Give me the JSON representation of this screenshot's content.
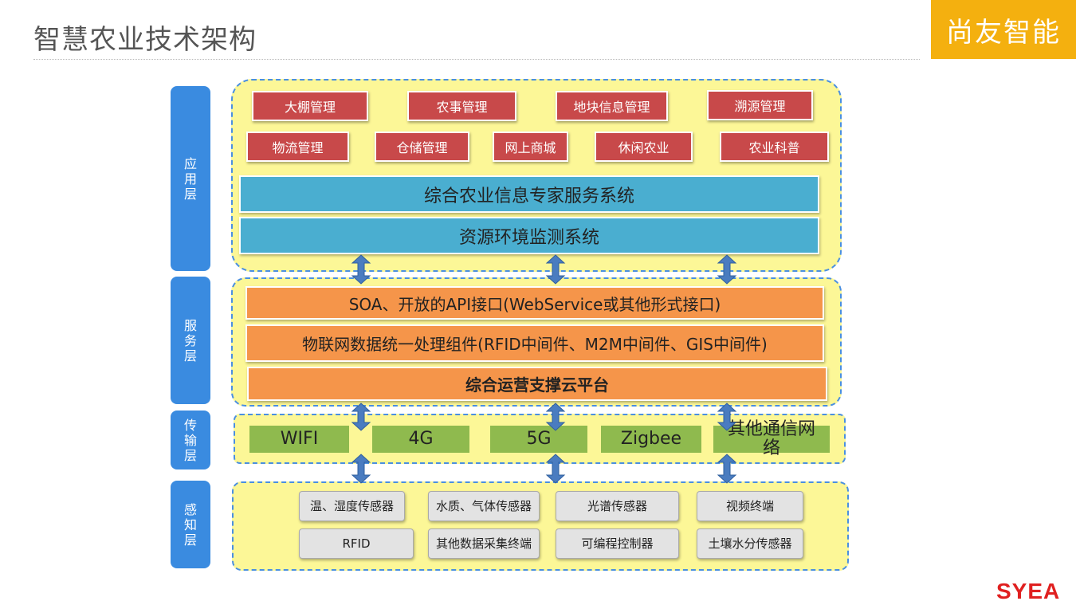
{
  "header": {
    "title": "智慧农业技术架构",
    "brand": "尚友智能"
  },
  "logo_text": "SYEA",
  "layers": {
    "application": {
      "label": "应用层",
      "apps_row1": [
        "大棚管理",
        "农事管理",
        "地块信息管理",
        "溯源管理"
      ],
      "apps_row2": [
        "物流管理",
        "仓储管理",
        "网上商城",
        "休闲农业",
        "农业科普"
      ],
      "systems": [
        "综合农业信息专家服务系统",
        "资源环境监测系统"
      ]
    },
    "service": {
      "label": "服务层",
      "bars": [
        "SOA、开放的API接口(WebService或其他形式接口)",
        "物联网数据统一处理组件(RFID中间件、M2M中间件、GIS中间件)",
        "综合运营支撑云平台"
      ]
    },
    "transport": {
      "label": "传输层",
      "networks": [
        "WIFI",
        "4G",
        "5G",
        "Zigbee",
        "其他通信网络"
      ]
    },
    "perception": {
      "label": "感知层",
      "row1": [
        "温、湿度传感器",
        "水质、气体传感器",
        "光谱传感器",
        "视频终端"
      ],
      "row2": [
        "RFID",
        "其他数据采集终端",
        "可编程控制器",
        "土壤水分传感器"
      ]
    }
  },
  "colors": {
    "brand": "#f4b00f",
    "layer_label": "#3a8be0",
    "zone_fill": "#fcf797",
    "app_box": "#c8494a",
    "system_box": "#4aaed0",
    "service_box": "#f5954a",
    "network_box": "#8fba4e",
    "sensor_box": "#e3e3e3",
    "arrow": "#4a7cc0"
  }
}
